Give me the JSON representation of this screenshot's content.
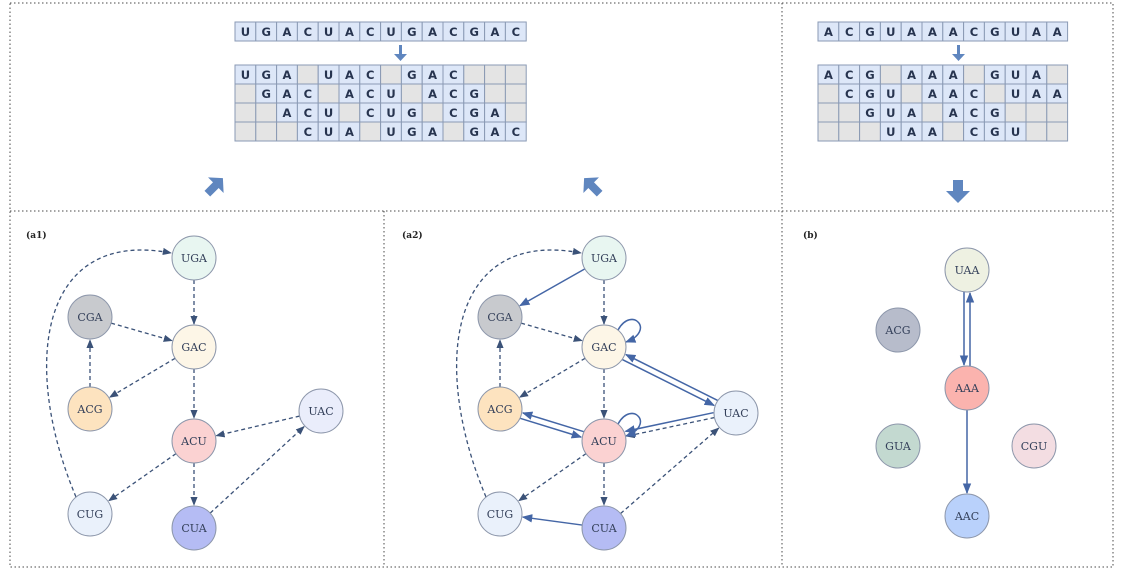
{
  "left_example": {
    "sequence": [
      "U",
      "G",
      "A",
      "C",
      "U",
      "A",
      "C",
      "U",
      "G",
      "A",
      "C",
      "G",
      "A",
      "C"
    ],
    "grid": [
      [
        "U",
        "G",
        "A",
        "",
        "U",
        "A",
        "C",
        "",
        "G",
        "A",
        "C",
        "",
        "",
        ""
      ],
      [
        "",
        "G",
        "A",
        "C",
        "",
        "A",
        "C",
        "U",
        "",
        "A",
        "C",
        "G",
        "",
        ""
      ],
      [
        "",
        "",
        "A",
        "C",
        "U",
        "",
        "C",
        "U",
        "G",
        "",
        "C",
        "G",
        "A",
        ""
      ],
      [
        "",
        "",
        "",
        "C",
        "U",
        "A",
        "",
        "U",
        "G",
        "A",
        "",
        "G",
        "A",
        "C"
      ]
    ]
  },
  "right_example": {
    "sequence": [
      "A",
      "C",
      "G",
      "U",
      "A",
      "A",
      "A",
      "C",
      "G",
      "U",
      "A",
      "A"
    ],
    "grid": [
      [
        "A",
        "C",
        "G",
        "",
        "A",
        "A",
        "A",
        "",
        "G",
        "U",
        "A",
        ""
      ],
      [
        "",
        "C",
        "G",
        "U",
        "",
        "A",
        "A",
        "C",
        "",
        "U",
        "A",
        "A"
      ],
      [
        "",
        "",
        "G",
        "U",
        "A",
        "",
        "A",
        "C",
        "G",
        "",
        "",
        ""
      ],
      [
        "",
        "",
        "",
        "U",
        "A",
        "A",
        "",
        "C",
        "G",
        "U",
        "",
        ""
      ]
    ]
  },
  "panels": {
    "a1": {
      "label": "(a1)",
      "nodes": [
        {
          "id": "UGA",
          "label": "UGA",
          "color": "#e8f6f1"
        },
        {
          "id": "CGA",
          "label": "CGA",
          "color": "#c8cace"
        },
        {
          "id": "GAC",
          "label": "GAC",
          "color": "#fdf6e7"
        },
        {
          "id": "ACG",
          "label": "ACG",
          "color": "#fde3bf"
        },
        {
          "id": "ACU",
          "label": "ACU",
          "color": "#fbd2d2"
        },
        {
          "id": "UAC",
          "label": "UAC",
          "color": "#eaedfb"
        },
        {
          "id": "CUG",
          "label": "CUG",
          "color": "#eaf1fb"
        },
        {
          "id": "CUA",
          "label": "CUA",
          "color": "#b5bcf4"
        }
      ]
    },
    "a2": {
      "label": "(a2)",
      "nodes": [
        {
          "id": "UGA",
          "label": "UGA",
          "color": "#e8f6f1"
        },
        {
          "id": "CGA",
          "label": "CGA",
          "color": "#c8cace"
        },
        {
          "id": "GAC",
          "label": "GAC",
          "color": "#fdf6e7"
        },
        {
          "id": "ACG",
          "label": "ACG",
          "color": "#fde3bf"
        },
        {
          "id": "ACU",
          "label": "ACU",
          "color": "#fbd2d2"
        },
        {
          "id": "UAC",
          "label": "UAC",
          "color": "#eaf1fb"
        },
        {
          "id": "CUG",
          "label": "CUG",
          "color": "#eaf1fb"
        },
        {
          "id": "CUA",
          "label": "CUA",
          "color": "#b5bcf4"
        }
      ]
    },
    "b": {
      "label": "(b)",
      "nodes": [
        {
          "id": "UAA",
          "label": "UAA",
          "color": "#eef1e2"
        },
        {
          "id": "ACG",
          "label": "ACG",
          "color": "#b7bccb"
        },
        {
          "id": "AAA",
          "label": "AAA",
          "color": "#fbb3ae"
        },
        {
          "id": "GUA",
          "label": "GUA",
          "color": "#c3d9d0"
        },
        {
          "id": "CGU",
          "label": "CGU",
          "color": "#f3dde2"
        },
        {
          "id": "AAC",
          "label": "AAC",
          "color": "#b9d1fb"
        }
      ]
    }
  },
  "colors": {
    "cell_filled": "#dde7f8",
    "cell_empty": "#e4e4e4",
    "arrow": "#5f86bf",
    "edge": "#3b5278"
  }
}
